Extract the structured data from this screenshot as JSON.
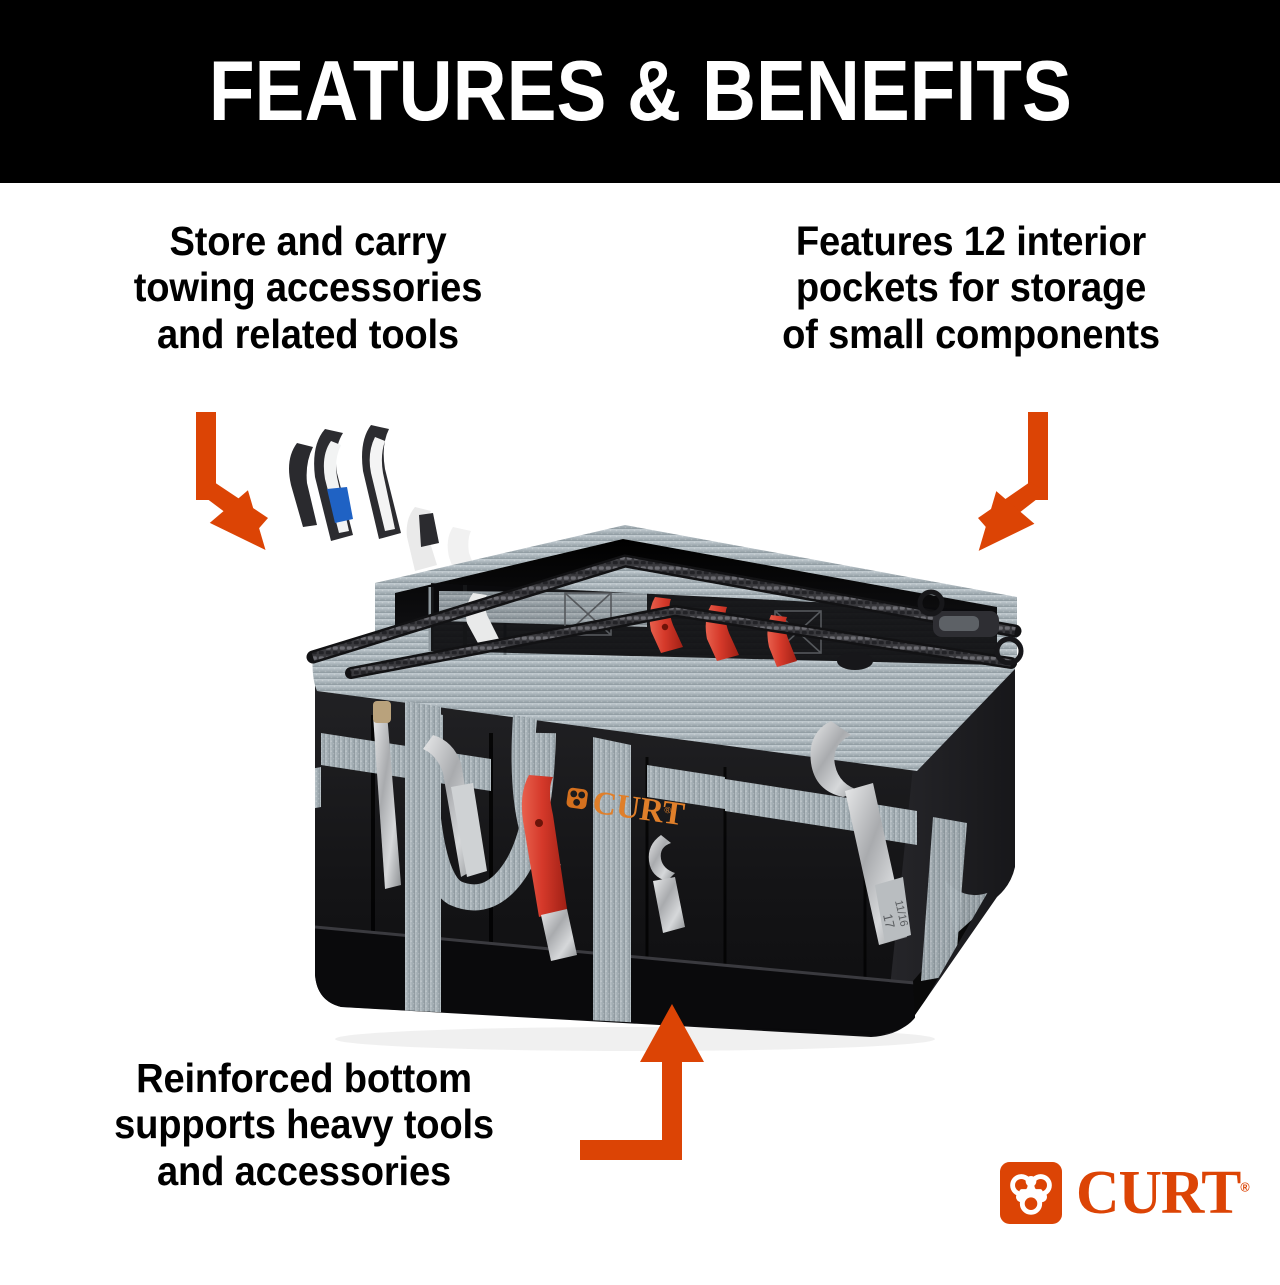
{
  "header": {
    "title": "FEATURES & BENEFITS",
    "background_color": "#000000",
    "text_color": "#ffffff"
  },
  "theme": {
    "accent_orange": "#DC4405",
    "page_background": "#ffffff",
    "text_color": "#000000",
    "bag_black": "#1b1b1d",
    "bag_gray": "#a9b3b8"
  },
  "callouts": [
    {
      "id": "store-and-carry",
      "lines": [
        "Store and carry",
        "towing accessories",
        "and related tools"
      ],
      "arrow": "elbow-down-right"
    },
    {
      "id": "interior-pockets",
      "lines": [
        "Features 12 interior",
        "pockets for storage",
        "of small components"
      ],
      "arrow": "elbow-down-left"
    },
    {
      "id": "reinforced-bottom",
      "lines": [
        "Reinforced bottom",
        "supports heavy tools",
        "and accessories"
      ],
      "arrow": "elbow-right-up"
    }
  ],
  "product": {
    "name": "CURT tool bag",
    "bag_logo_text": "CURT",
    "wrench_markings": [
      "17",
      "11/16"
    ]
  },
  "brand": {
    "wordmark": "CURT",
    "registered_mark": "®",
    "mark_name": "curt-trefoil-logo"
  }
}
